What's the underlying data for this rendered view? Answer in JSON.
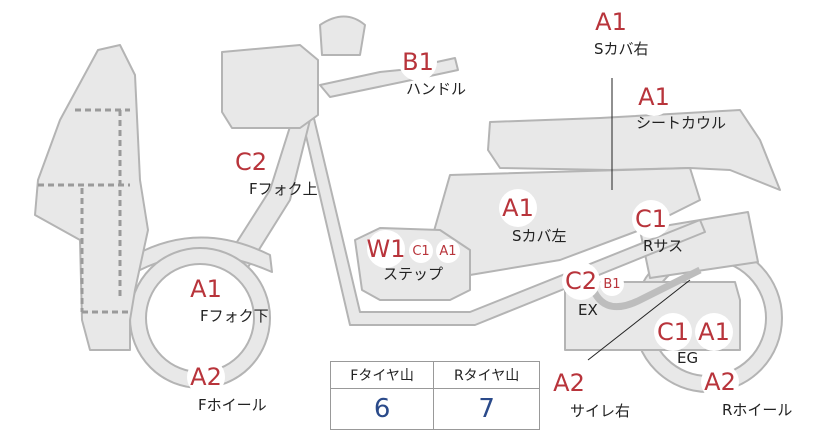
{
  "parts": {
    "s_cover_right": {
      "code": "A1",
      "label": "Sカバ右"
    },
    "handle": {
      "code": "B1",
      "label": "ハンドル"
    },
    "seat_cowl": {
      "code": "A1",
      "label": "シートカウル"
    },
    "front_fork_upper": {
      "code": "C2",
      "label": "Fフォク上"
    },
    "s_cover_left": {
      "code": "A1",
      "label": "Sカバ左"
    },
    "rear_sus": {
      "code": "C1",
      "label": "Rサス"
    },
    "step": {
      "code": "W1",
      "codes_extra": [
        "C1",
        "A1"
      ],
      "label": "ステップ"
    },
    "exhaust": {
      "code": "C2",
      "codes_extra": [
        "B1"
      ],
      "label": "EX"
    },
    "front_fork_lower": {
      "code": "A1",
      "label": "Fフォク下"
    },
    "engine": {
      "code": "C1",
      "code2": "A1",
      "label": "EG"
    },
    "front_wheel": {
      "code": "A2",
      "label": "Fホイール"
    },
    "muffler_right": {
      "code": "A2",
      "label": "サイレ右"
    },
    "rear_wheel": {
      "code": "A2",
      "label": "Rホイール"
    }
  },
  "tire_tread": {
    "front_header": "Fタイヤ山",
    "rear_header": "Rタイヤ山",
    "front_value": "6",
    "rear_value": "7"
  },
  "colors": {
    "code_text": "#b8343b",
    "tread_value": "#2a4a8a",
    "body_fill": "#e6e6e6",
    "body_stroke": "#b0b0b0"
  }
}
